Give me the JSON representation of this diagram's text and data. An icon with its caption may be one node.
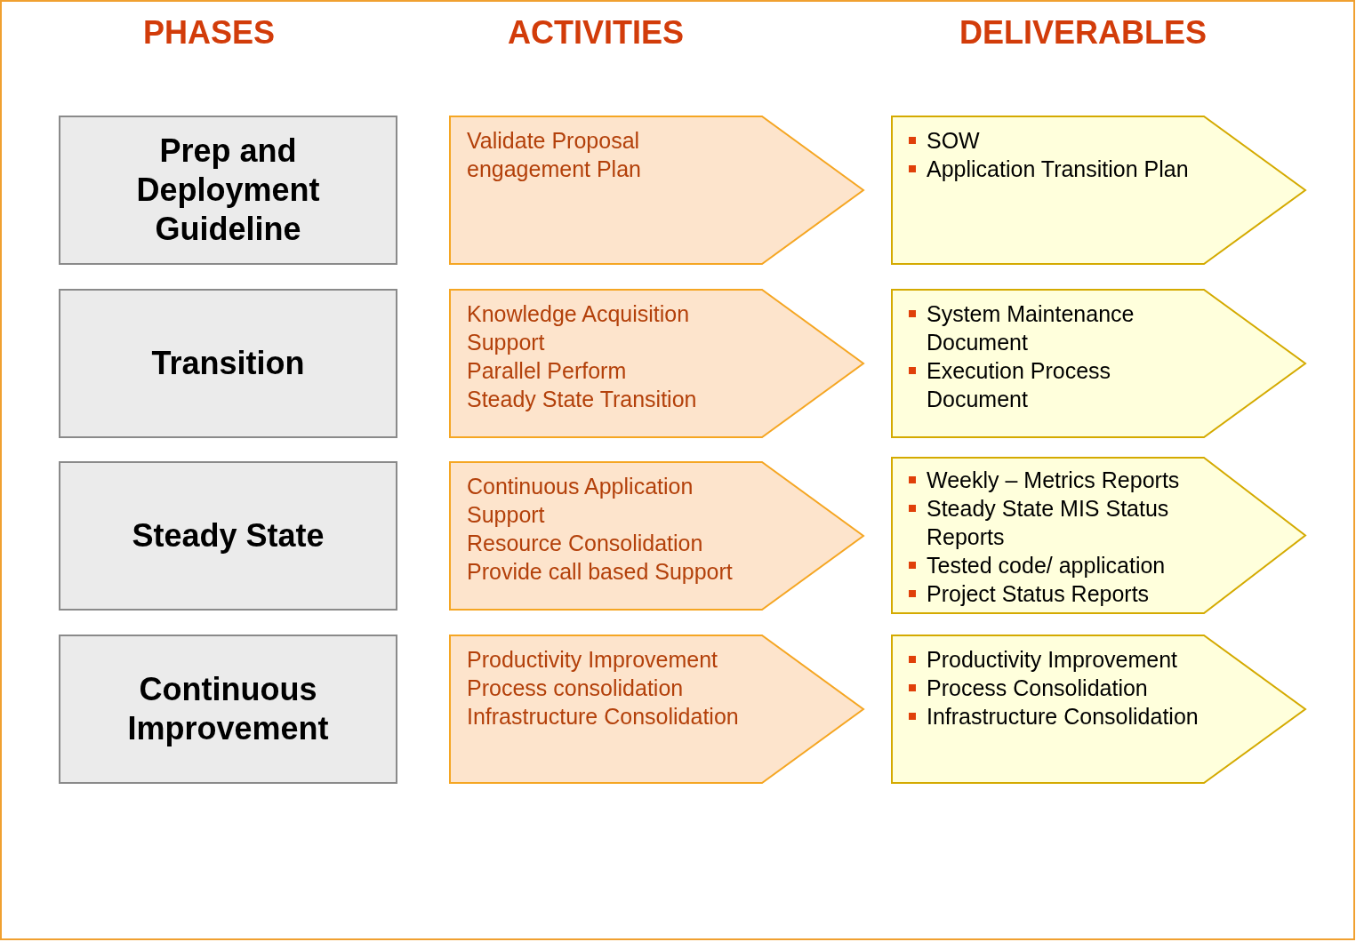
{
  "diagram": {
    "nodes": [
      {
        "text": [
          "Prep and Deployment Guideline"
        ]
      },
      {
        "text": [
          "Validate Proposal engagement Plan"
        ]
      },
      {
        "text": [
          "SOW",
          "Application Transition Plan"
        ]
      },
      {
        "text": [
          "Transition"
        ]
      },
      {
        "text": [
          "Knowledge Acquisition Support",
          "Parallel Perform",
          "Steady State Transition"
        ]
      },
      {
        "text": [
          "System Maintenance Document",
          "Execution Process Document"
        ]
      },
      {
        "text": [
          "Steady State"
        ]
      },
      {
        "text": [
          "Continuous Application Support",
          "Resource Consolidation",
          "Provide call based Support"
        ]
      },
      {
        "text": [
          "Weekly – Metrics Reports",
          "Steady State MIS Status Reports",
          "Tested code/ application",
          "Project Status Reports"
        ]
      },
      {
        "text": [
          "Continuous Improvement"
        ]
      },
      {
        "text": [
          "Productivity Improvement",
          "Process consolidation",
          "Infrastructure Consolidation"
        ]
      },
      {
        "text": [
          "Productivity Improvement",
          "Process Consolidation",
          "Infrastructure Consolidation"
        ]
      }
    ],
    "labels": [
      "PHASES",
      "ACTIVITIES",
      "DELIVERABLES"
    ]
  }
}
